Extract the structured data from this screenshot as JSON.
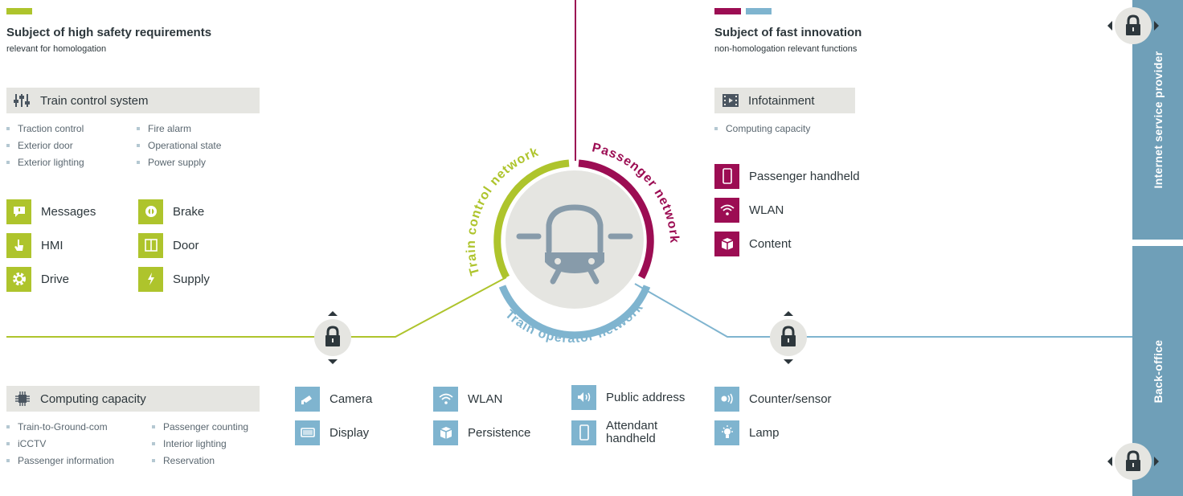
{
  "safety": {
    "title": "Subject of high safety requirements",
    "subtitle": "relevant for homologation",
    "swatch_color": "#aec42c"
  },
  "innovation": {
    "title": "Subject of fast innovation",
    "subtitle": "non-homologation relevant functions",
    "swatch_colors": [
      "#9c0d53",
      "#7fb4cf"
    ]
  },
  "train_control_system": {
    "label": "Train control system",
    "icon": "sliders-icon",
    "col1": [
      "Traction control",
      "Exterior door",
      "Exterior lighting"
    ],
    "col2": [
      "Fire alarm",
      "Operational state",
      "Power supply"
    ]
  },
  "control_tiles": {
    "messages": {
      "label": "Messages",
      "icon": "message-icon"
    },
    "brake": {
      "label": "Brake",
      "icon": "brake-icon"
    },
    "hmi": {
      "label": "HMI",
      "icon": "hand-pointer-icon"
    },
    "door": {
      "label": "Door",
      "icon": "door-icon"
    },
    "drive": {
      "label": "Drive",
      "icon": "gear-icon"
    },
    "supply": {
      "label": "Supply",
      "icon": "lightning-icon"
    }
  },
  "infotainment": {
    "label": "Infotainment",
    "icon": "film-icon",
    "items": [
      "Computing capacity"
    ]
  },
  "passenger_tiles": {
    "handheld": {
      "label": "Passenger handheld",
      "icon": "smartphone-icon"
    },
    "wlan": {
      "label": "WLAN",
      "icon": "wifi-icon"
    },
    "content": {
      "label": "Content",
      "icon": "box-icon"
    }
  },
  "computing_capacity": {
    "label": "Computing capacity",
    "icon": "chip-icon",
    "col1": [
      "Train-to-Ground-com",
      "iCCTV",
      "Passenger information"
    ],
    "col2": [
      "Passenger counting",
      "Interior lighting",
      "Reservation"
    ]
  },
  "operator_tiles": {
    "camera": {
      "label": "Camera",
      "icon": "camera-icon"
    },
    "display": {
      "label": "Display",
      "icon": "display-icon"
    },
    "wlan": {
      "label": "WLAN",
      "icon": "wifi-icon"
    },
    "persistence": {
      "label": "Persistence",
      "icon": "box-icon"
    },
    "public_address": {
      "label": "Public address",
      "icon": "speaker-icon"
    },
    "attendant_line1": "Attendant",
    "attendant_line2": "handheld",
    "counter": {
      "label": "Counter/sensor",
      "icon": "sensor-icon"
    },
    "lamp": {
      "label": "Lamp",
      "icon": "lamp-icon"
    }
  },
  "networks": {
    "train_control": "Train control network",
    "passenger": "Passenger network",
    "operator": "Train operator network",
    "colors": {
      "control": "#aec42c",
      "passenger": "#9c0d53",
      "operator": "#7fb4cf"
    }
  },
  "side": {
    "isp": "Internet service provider",
    "backoffice": "Back-office"
  }
}
